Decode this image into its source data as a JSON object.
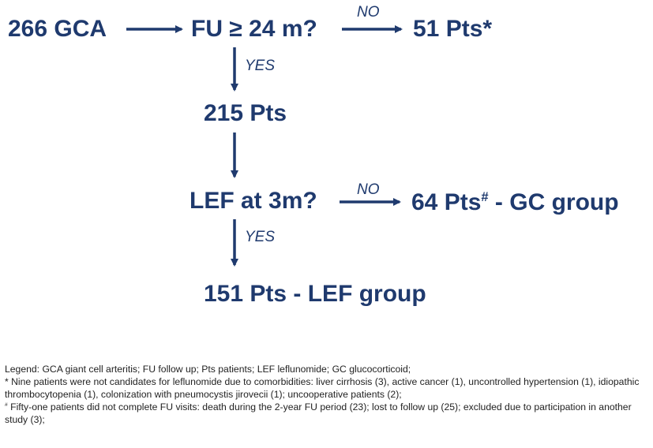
{
  "flow": {
    "start": "266 GCA",
    "q1": "FU ≥ 24 m?",
    "q1_no_label": "NO",
    "q1_no_result": "51 Pts*",
    "q1_yes_label": "YES",
    "n215": "215 Pts",
    "q2": "LEF at 3m?",
    "q2_no_label": "NO",
    "q2_no_result_a": "64 Pts",
    "q2_no_result_sup": "#",
    "q2_no_result_b": " -  GC group",
    "q2_yes_label": "YES",
    "lef_group": "151 Pts - LEF group"
  },
  "colors": {
    "node": "#1f3a6e",
    "arrow": "#1f3a6e"
  },
  "legend": {
    "line1": "Legend: GCA giant cell arteritis; FU follow up; Pts patients; LEF leflunomide; GC glucocorticoid;",
    "line2": "* Nine patients were not candidates for leflunomide due to comorbidities: liver cirrhosis (3), active cancer (1), uncontrolled hypertension (1), idiopathic thrombocytopenia (1), colonization with pneumocystis jirovecii (1); uncooperative patients (2);",
    "line3_sup": "#",
    "line3": " Fifty-one patients did not complete FU visits: death during the 2-year FU period (23); lost to follow up (25); excluded due to participation in another study (3);"
  }
}
